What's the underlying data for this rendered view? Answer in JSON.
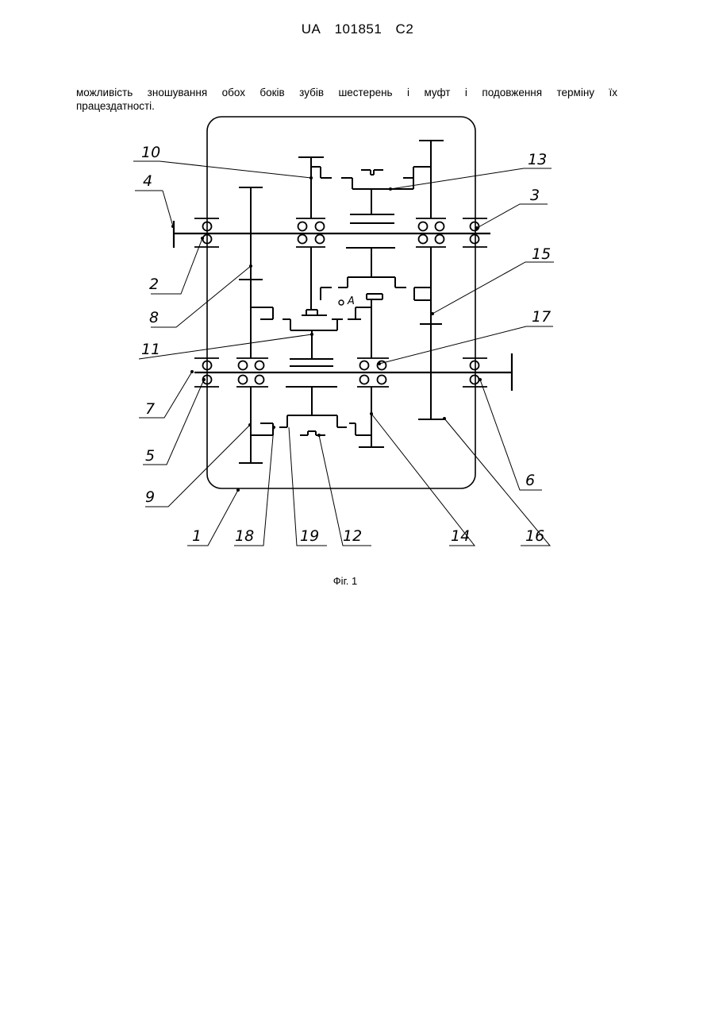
{
  "header": {
    "country": "UA",
    "number": "101851",
    "kind": "C2"
  },
  "paragraph": {
    "line1": "можливість зношування обох боків зубів шестерень і муфт і подовження терміну їх",
    "line2": "працездатності."
  },
  "figure": {
    "labels": {
      "l1": "1",
      "l2": "2",
      "l3": "3",
      "l4": "4",
      "l5": "5",
      "l6": "6",
      "l7": "7",
      "l8": "8",
      "l9": "9",
      "l10": "10",
      "l11": "11",
      "l12": "12",
      "l13": "13",
      "l14": "14",
      "l15": "15",
      "l16": "16",
      "l17": "17",
      "l18": "18",
      "l19": "19",
      "point_a": "A"
    },
    "caption": "Фіг. 1"
  }
}
